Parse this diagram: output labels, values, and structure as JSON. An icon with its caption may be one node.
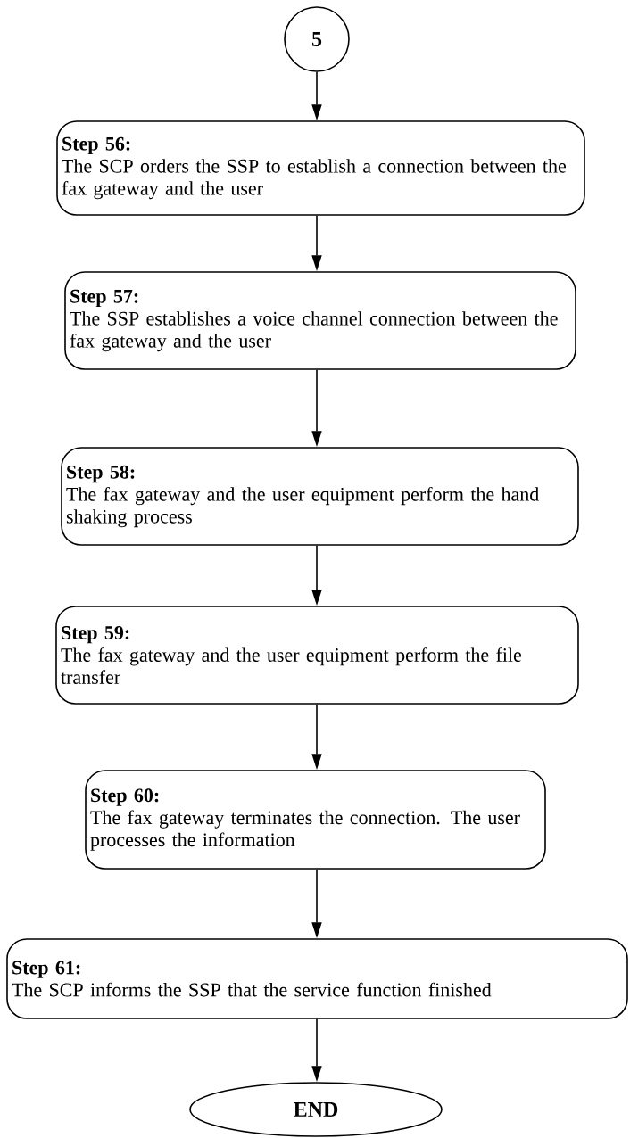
{
  "diagram": {
    "nodes": [
      {
        "text": [
          "5"
        ]
      },
      {
        "text": [
          "Step 56:",
          "The SCP orders the SSP to establish a connection between the fax gateway and the user"
        ]
      },
      {
        "text": [
          "Step 57:",
          "The SSP establishes a voice channel connection between the fax gateway and the user"
        ]
      },
      {
        "text": [
          "Step 58:",
          "The fax gateway and the user equipment perform the hand shaking process"
        ]
      },
      {
        "text": [
          "Step 59:",
          "The fax gateway and the user equipment perform the file transfer"
        ]
      },
      {
        "text": [
          "Step 60:",
          "The fax gateway terminates the connection. The user processes the information"
        ]
      },
      {
        "text": [
          "Step 61:",
          "The SCP informs the SSP that the service function finished"
        ]
      },
      {
        "text": [
          "END"
        ]
      }
    ],
    "edges": [
      {
        "from": 0,
        "to": 1,
        "arrow": "to"
      },
      {
        "from": 1,
        "to": 2,
        "arrow": "to"
      },
      {
        "from": 2,
        "to": 3,
        "arrow": "to"
      },
      {
        "from": 3,
        "to": 4,
        "arrow": "to"
      },
      {
        "from": 4,
        "to": 5,
        "arrow": "to"
      },
      {
        "from": 5,
        "to": 6,
        "arrow": "to"
      },
      {
        "from": 6,
        "to": 7,
        "arrow": "to"
      }
    ]
  }
}
